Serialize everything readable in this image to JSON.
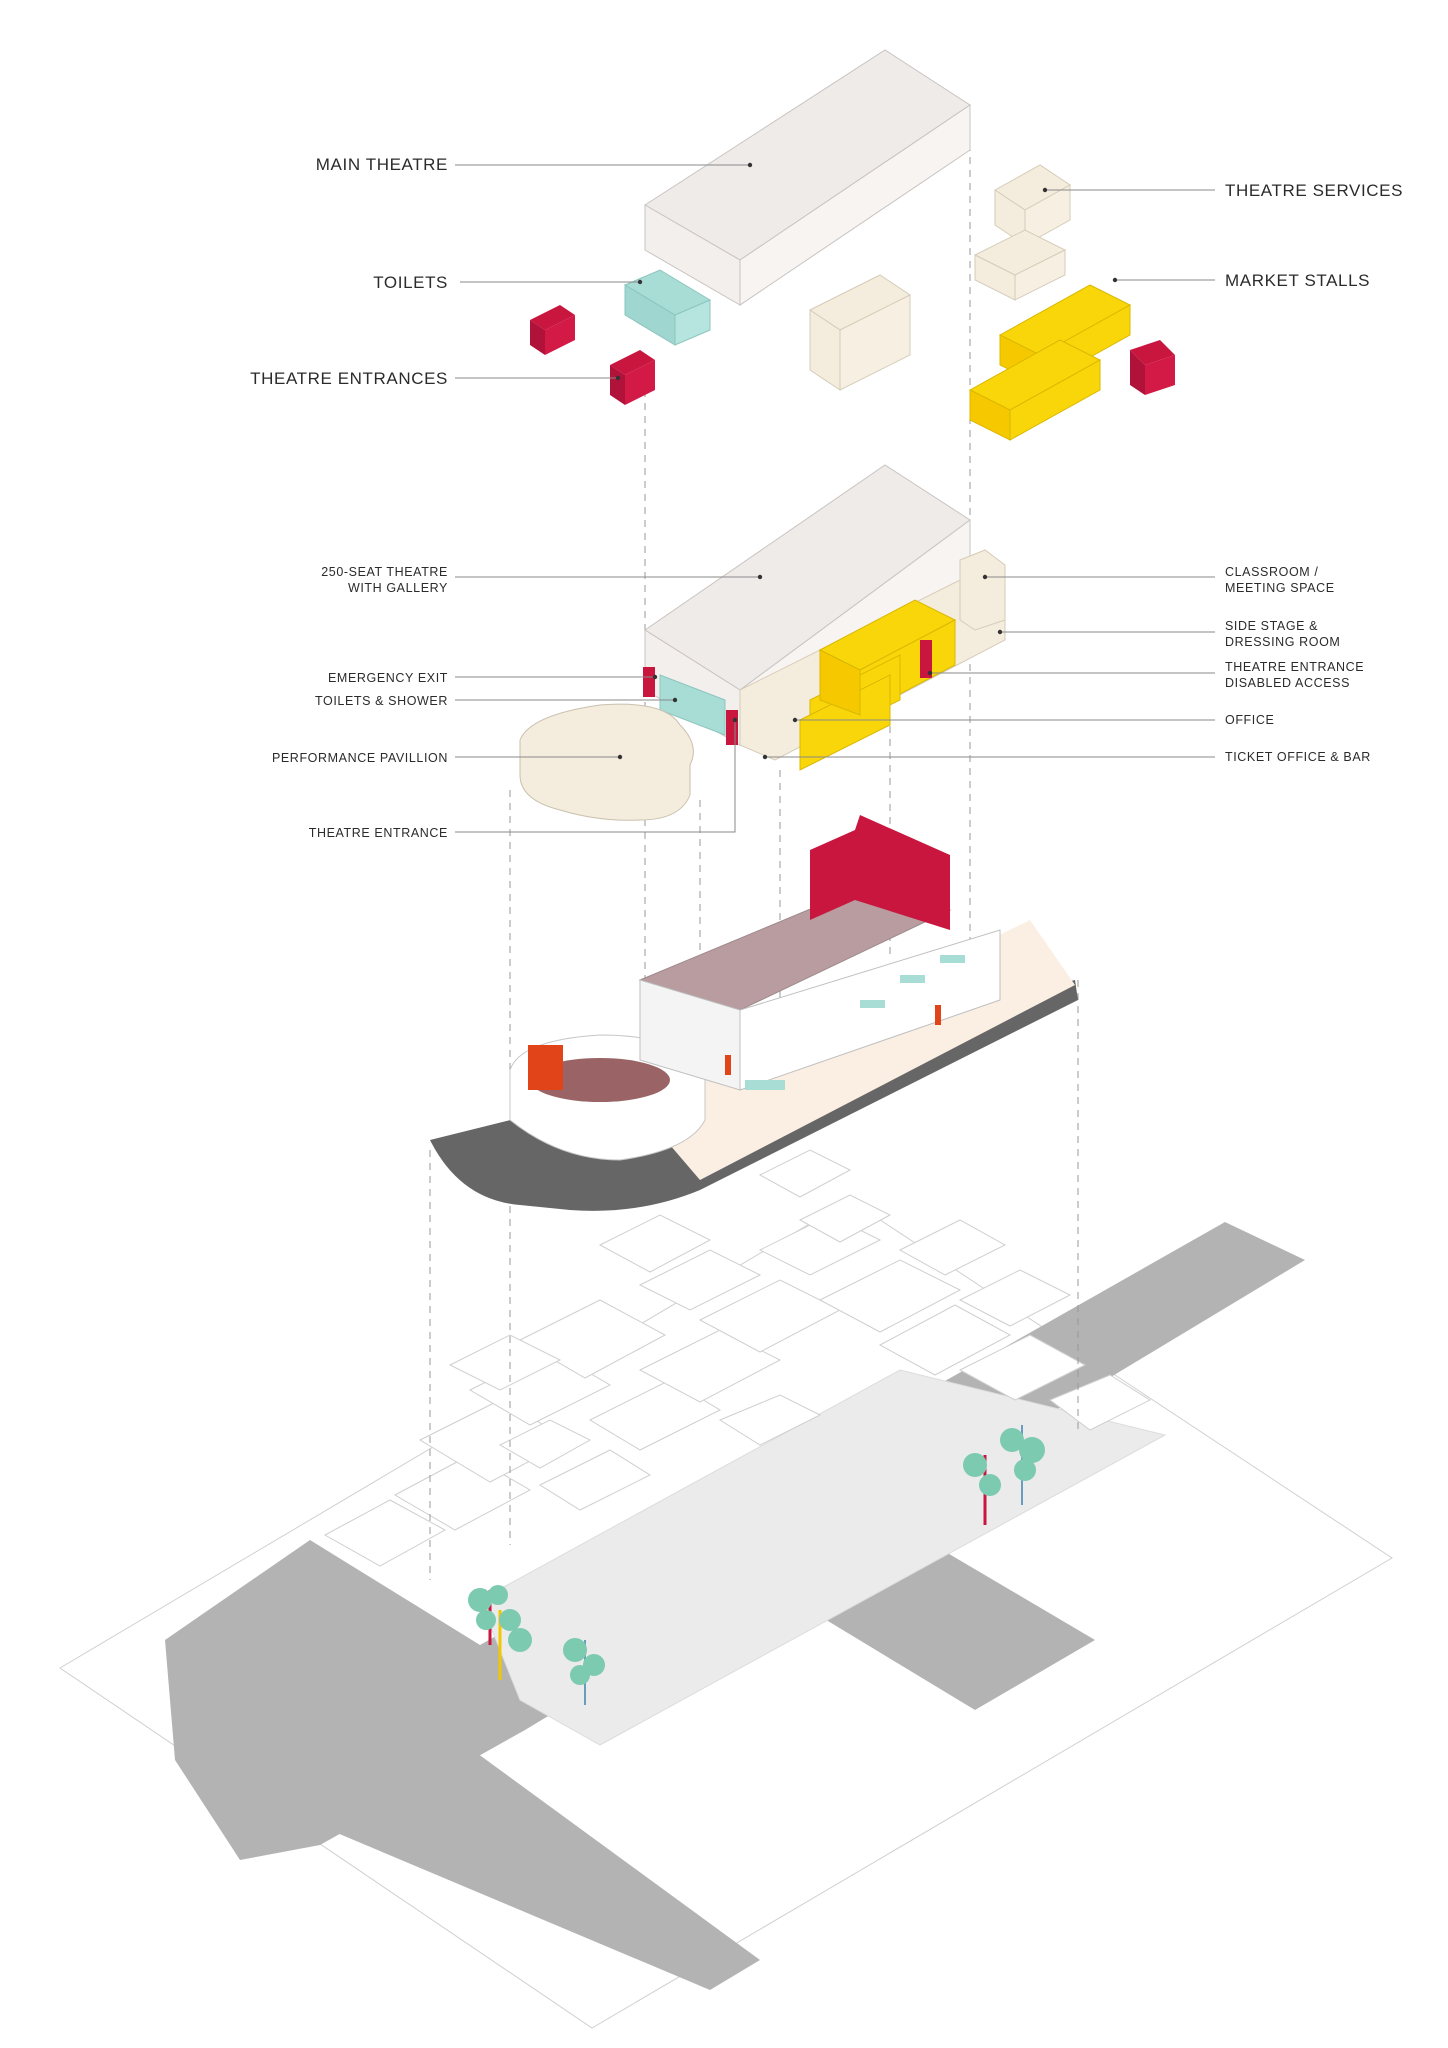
{
  "palette": {
    "theatre": "#efebe9",
    "services": "#f4ecdd",
    "toilets": "#a8ddd6",
    "entrances": "#c8163f",
    "market": "#f8d60a",
    "road": "#b3b3b3",
    "street": "#666666",
    "paving": "#fbefe3",
    "tree_green": "#7ccab0",
    "tree_red": "#c8163f",
    "tree_yellow": "#f0c800"
  },
  "labels": {
    "main_theatre": "MAIN THEATRE",
    "toilets": "TOILETS",
    "theatre_entrances": "THEATRE ENTRANCES",
    "theatre_services": "THEATRE SERVICES",
    "market_stalls": "MARKET STALLS",
    "theatre_250_line1": "250-SEAT THEATRE",
    "theatre_250_line2": "WITH GALLERY",
    "emergency_exit": "EMERGENCY EXIT",
    "toilets_shower": "TOILETS & SHOWER",
    "performance_pavillion": "PERFORMANCE PAVILLION",
    "theatre_entrance": "THEATRE ENTRANCE",
    "classroom_line1": "CLASSROOM /",
    "classroom_line2": "MEETING SPACE",
    "side_stage_line1": "SIDE STAGE &",
    "side_stage_line2": "DRESSING ROOM",
    "disabled_line1": "THEATRE ENTRANCE",
    "disabled_line2": "DISABLED ACCESS",
    "office": "OFFICE",
    "ticket_office": "TICKET OFFICE & BAR"
  }
}
